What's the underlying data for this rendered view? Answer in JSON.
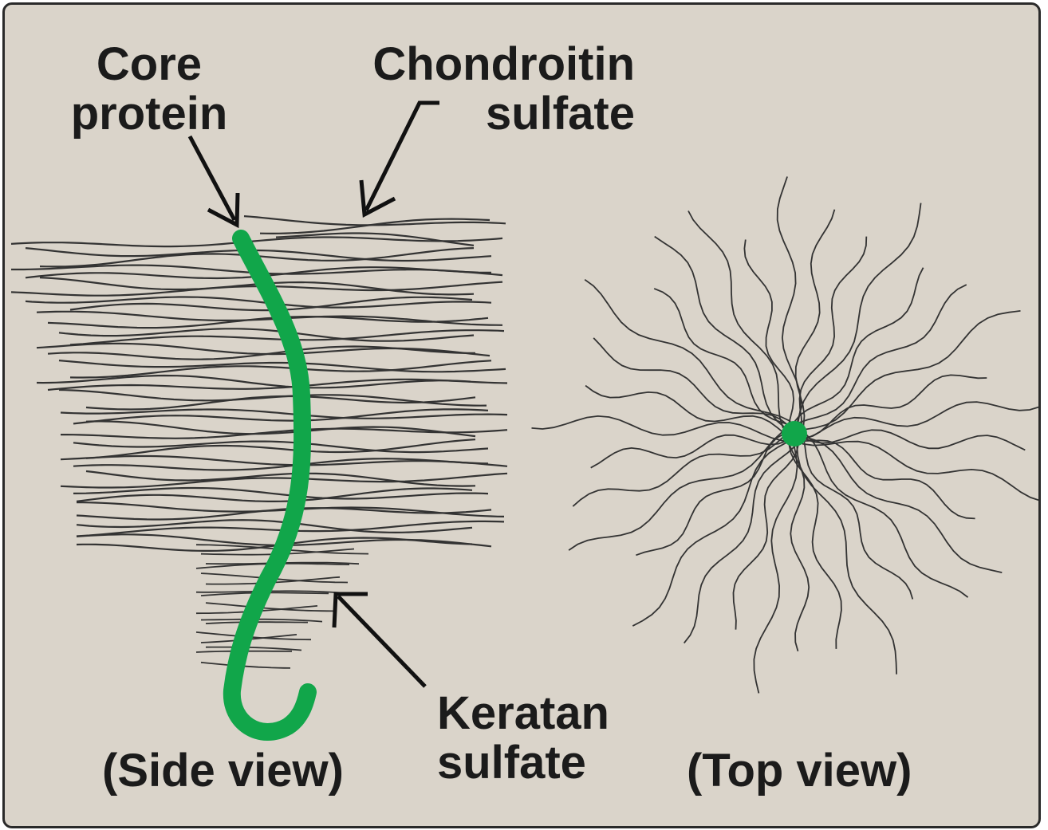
{
  "labels": {
    "core_protein": [
      "Core",
      "protein"
    ],
    "chondroitin_sulfate": [
      "Chondroitin",
      "sulfate"
    ],
    "keratan_sulfate": [
      "Keratan",
      "sulfate"
    ],
    "side_view": "(Side view)",
    "top_view": "(Top view)"
  },
  "colors": {
    "background": "#dad4ca",
    "border": "#2a2a2a",
    "chain": "#333333",
    "core_protein": "#11a64a",
    "text": "#1b1b1b"
  }
}
